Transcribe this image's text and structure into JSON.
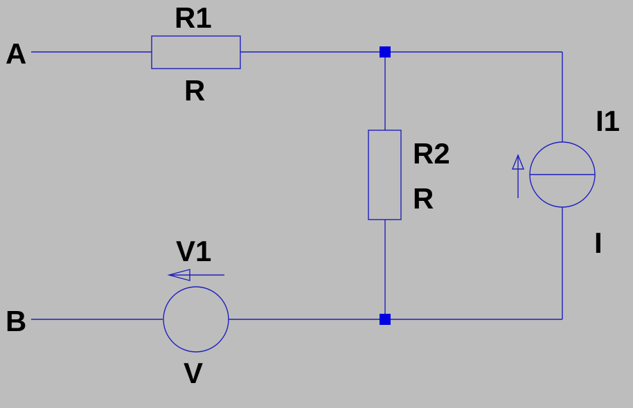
{
  "nodes": {
    "a": "A",
    "b": "B"
  },
  "components": {
    "r1": {
      "name": "R1",
      "value": "R"
    },
    "r2": {
      "name": "R2",
      "value": "R"
    },
    "v1": {
      "name": "V1",
      "value": "V"
    },
    "i1": {
      "name": "I1",
      "value": "I"
    }
  },
  "colors": {
    "wire": "#1f1fbf",
    "junction": "#0000e0",
    "background": "#bdbdbd",
    "text": "#000000"
  }
}
